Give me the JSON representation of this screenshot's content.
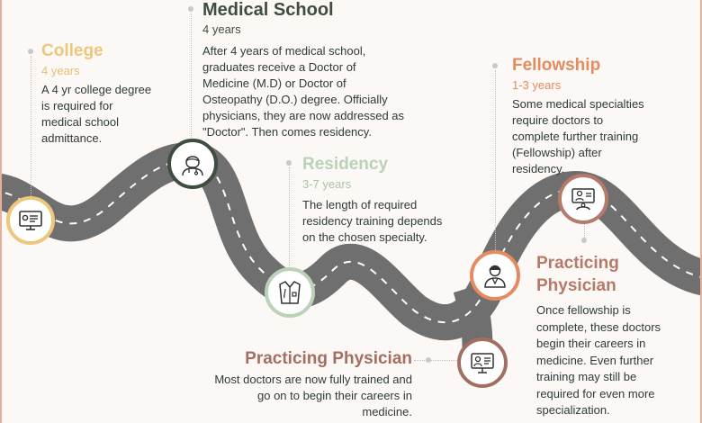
{
  "colors": {
    "college": "#ecc77c",
    "medical_school": "#3e4d3f",
    "residency": "#b9d2b8",
    "fellowship": "#e48b5f",
    "practicing_right": "#b67a6a",
    "practicing_left": "#a36f62",
    "road": "#6f6f6f",
    "background": "#fbf8f5"
  },
  "stages": {
    "college": {
      "title": "College",
      "duration": "4 years",
      "description": [
        "A 4 yr college degree",
        "is required for",
        "medical school",
        "admittance."
      ],
      "icon": "monitor-certificate-icon"
    },
    "medical_school": {
      "title": "Medical School",
      "duration": "4 years",
      "description": [
        "After 4 years of medical  school,",
        "graduates receive a Doctor of",
        "Medicine (M.D) or Doctor of",
        "Osteopathy (D.O.) degree. Officially",
        "physicians, they are now addressed as",
        "\"Doctor\". Then comes residency."
      ],
      "icon": "female-doctor-icon"
    },
    "residency": {
      "title": "Residency",
      "duration": "3-7 years",
      "description": [
        "The length of required",
        "residency training depends",
        "on the chosen specialty."
      ],
      "icon": "lab-coat-icon"
    },
    "fellowship": {
      "title": "Fellowship",
      "duration": "1-3 years",
      "description": [
        "Some medical specialties",
        "require doctors to",
        "complete further training",
        "(Fellowship) after",
        "residency."
      ],
      "icon": "doctor-avatar-icon"
    },
    "practicing_right": {
      "title_lines": [
        "Practicing",
        "Physician"
      ],
      "description": [
        "Once fellowship is",
        "complete, these doctors",
        "begin their careers in",
        "medicine. Even further",
        "training may still be",
        "required for even more",
        "specialization."
      ],
      "icon": "telemedicine-icon"
    },
    "practicing_left": {
      "title": "Practicing Physician",
      "description": [
        "Most doctors are now fully trained and",
        "go on to begin their careers in",
        "medicine."
      ],
      "icon": "doctor-screen-icon"
    }
  }
}
